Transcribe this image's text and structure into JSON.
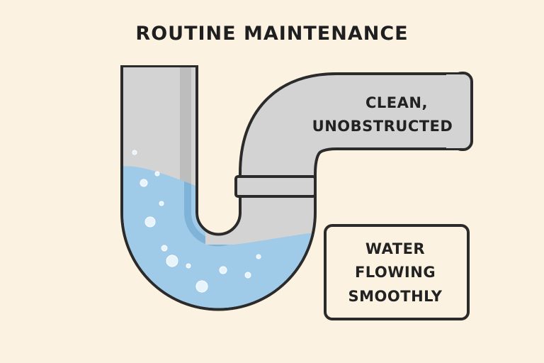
{
  "title": "ROUTINE MAINTENANCE",
  "pipe_label": {
    "line1": "CLEAN,",
    "line2": "UNOBSTRUCTED"
  },
  "callout": {
    "line1": "WATER",
    "line2": "FLOWING",
    "line3": "SMOOTHLY"
  },
  "colors": {
    "background": "#fcf2e2",
    "pipe": "#d3d3d3",
    "water": "#9fcbe8",
    "outline": "#2b2b2b"
  }
}
